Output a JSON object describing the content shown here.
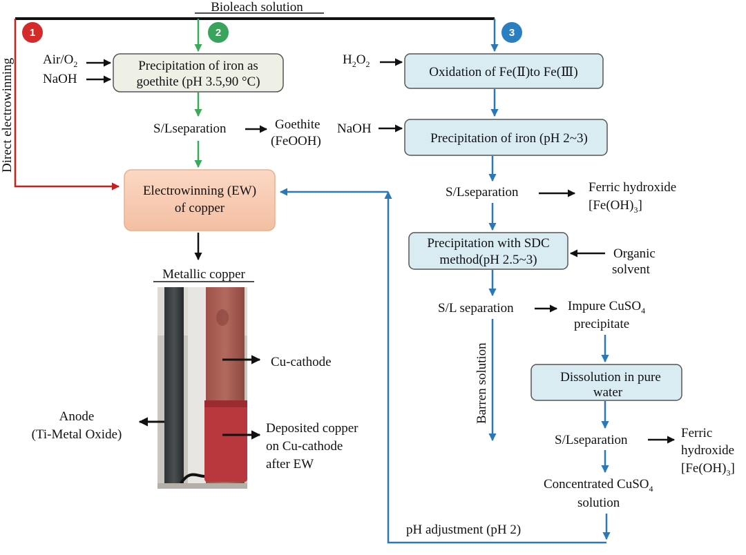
{
  "header": {
    "bioleach": "Bioleach solution"
  },
  "routes": {
    "r1": {
      "badge": "1",
      "label": "Direct electrowinning",
      "color": "#c8201f"
    },
    "r2": {
      "badge": "2",
      "color": "#3aa95a"
    },
    "r3": {
      "badge": "3",
      "color": "#2a78b8"
    }
  },
  "route2": {
    "air_prefix": "Air/O",
    "air_sub": "2",
    "naoh": "NaOH",
    "goethite_box": [
      "Precipitation of iron as",
      "goethite (pH 3.5,90 °C)"
    ],
    "sl_separation": "S/Lseparation",
    "goethite_product": [
      "Goethite",
      "(FeOOH)"
    ]
  },
  "ew": {
    "box": [
      "Electrowinning (EW)",
      "of copper"
    ],
    "metallic_copper": "Metallic copper",
    "cu_cathode": "Cu-cathode",
    "anode": [
      "Anode",
      "(Ti-Metal Oxide)"
    ],
    "deposited": [
      "Deposited copper",
      "on Cu-cathode",
      "after EW"
    ]
  },
  "route3": {
    "h2o2_a": "H",
    "h2o2_sub1": "2",
    "h2o2_b": "O",
    "h2o2_sub2": "2",
    "oxidation_box": "Oxidation of Fe(Ⅱ)to Fe(Ⅲ)",
    "naoh": "NaOH",
    "precip_iron_box": "Precipitation of iron (pH 2~3)",
    "sl_separation_1": "S/Lseparation",
    "ferric_1_a": "Ferric hydroxide",
    "ferric_1_b": "[Fe(OH)",
    "ferric_1_sub": "3",
    "ferric_1_c": "]",
    "sdc_box": [
      "Precipitation with SDC",
      "method(pH 2.5~3)"
    ],
    "organic": [
      "Organic",
      "solvent"
    ],
    "sl_separation_2": "S/L separation",
    "impure_a": "Impure CuSO",
    "impure_sub": "4",
    "impure_b": "precipitate",
    "barren": "Barren solution",
    "dissolution_box": [
      "Dissolution in pure",
      "water"
    ],
    "sl_separation_3": "S/Lseparation",
    "ferric_2": [
      "Ferric",
      "hydroxide"
    ],
    "ferric_2_c": "[Fe(OH)",
    "ferric_2_sub": "3",
    "ferric_2_d": "]",
    "conc_a": "Concentrated CuSO",
    "conc_sub": "4",
    "conc_b": "solution",
    "ph_adjust": "pH adjustment (pH 2)"
  },
  "colors": {
    "goethite_box_fill": "#eef0e6",
    "ew_box_fill": "#f8cfb8",
    "blue_box_fill": "#d9ecf2",
    "box_stroke": "#555555"
  }
}
